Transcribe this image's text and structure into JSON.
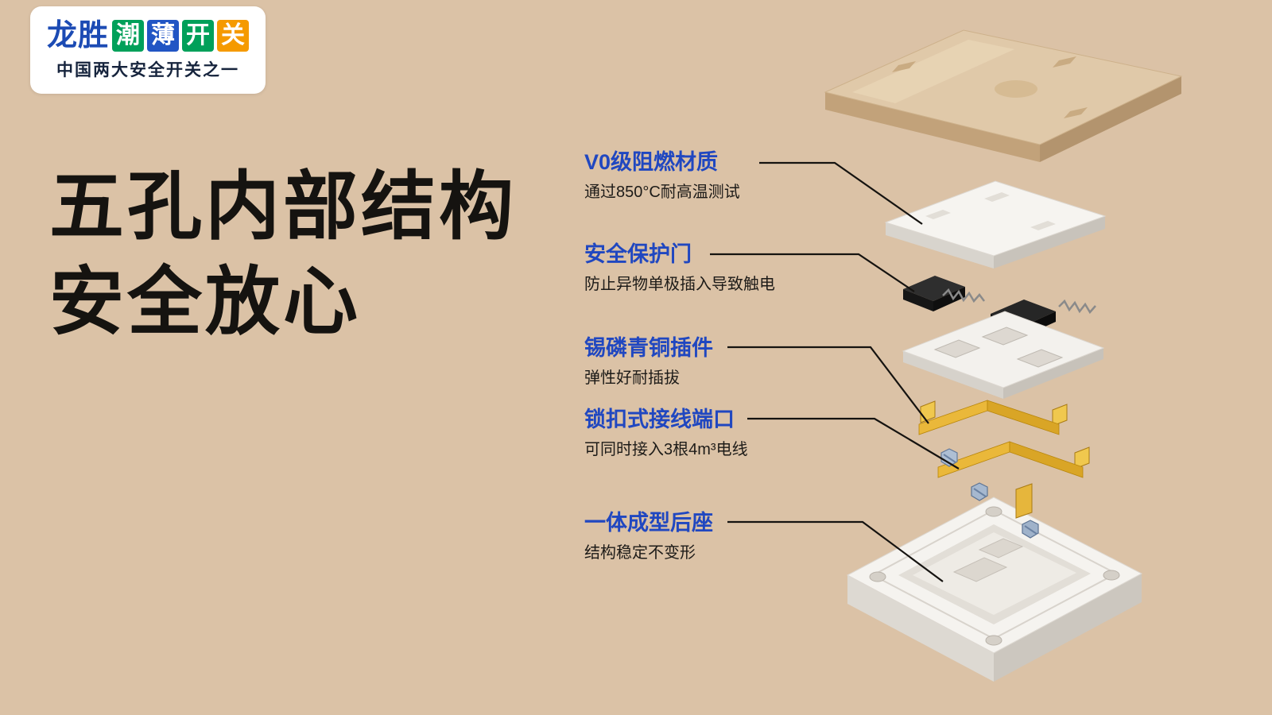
{
  "page": {
    "background_color": "#dbc2a6"
  },
  "logo": {
    "brand": "龙胜",
    "tiles": [
      {
        "char": "潮",
        "bg": "#00a05a"
      },
      {
        "char": "薄",
        "bg": "#2155c4"
      },
      {
        "char": "开",
        "bg": "#00a05a"
      },
      {
        "char": "关",
        "bg": "#f59a00"
      }
    ],
    "tagline": "中国两大安全开关之一"
  },
  "headline": {
    "line1": "五孔内部结构",
    "line2": "安全放心"
  },
  "callouts": [
    {
      "title": "V0级阻燃材质",
      "desc": "通过850°C耐高温测试"
    },
    {
      "title": "安全保护门",
      "desc": "防止异物单极插入导致触电"
    },
    {
      "title": "锡磷青铜插件",
      "desc": "弹性好耐插拔"
    },
    {
      "title": "锁扣式接线端口",
      "desc": "可同时接入3根4m³电线"
    },
    {
      "title": "一体成型后座",
      "desc": "结构稳定不变形"
    }
  ],
  "colors": {
    "accent_blue": "#2047c0",
    "text_dark": "#1d1b18",
    "connector_line": "#151310",
    "cover_gold": "#e0c9a9",
    "copper": "#e2ad2e",
    "plastic_white": "#f5f3ef",
    "shutter_black": "#262626"
  }
}
